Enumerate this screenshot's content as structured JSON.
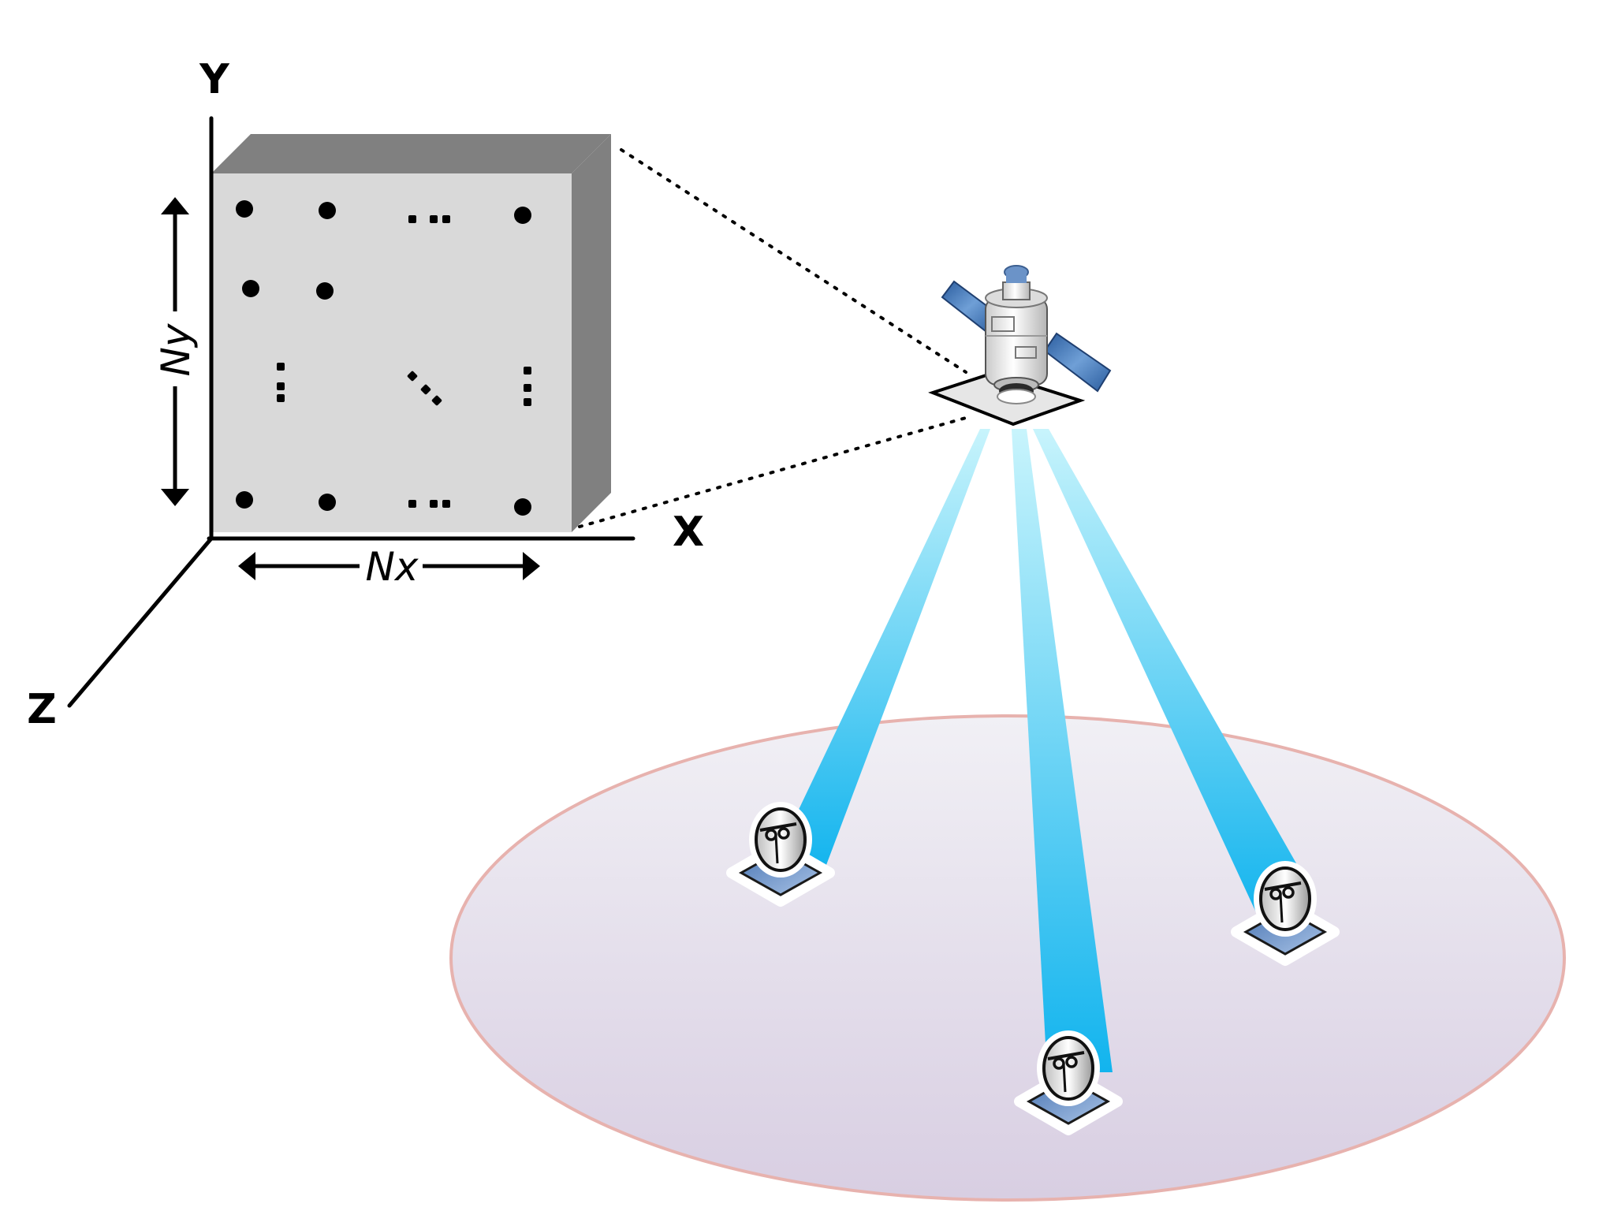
{
  "labels": {
    "axis_x": "X",
    "axis_y": "Y",
    "axis_z": "Z",
    "dim_x": "Nx",
    "dim_y": "Ny"
  },
  "colors": {
    "panel_front": "#d9d9d9",
    "panel_top": "#808080",
    "panel_side": "#808080",
    "beam_light": "#c8f4fc",
    "beam_dark": "#12b4ee",
    "coverage_fill_top": "#efeef3",
    "coverage_fill_bottom": "#d9cfe3",
    "coverage_stroke": "#e8b4b0",
    "solar_panel": "#3f6fae"
  },
  "icons": {
    "satellite": "satellite-icon",
    "ground_terminal": "ground-station-dish-icon",
    "antenna_element": "antenna-element-dot"
  }
}
